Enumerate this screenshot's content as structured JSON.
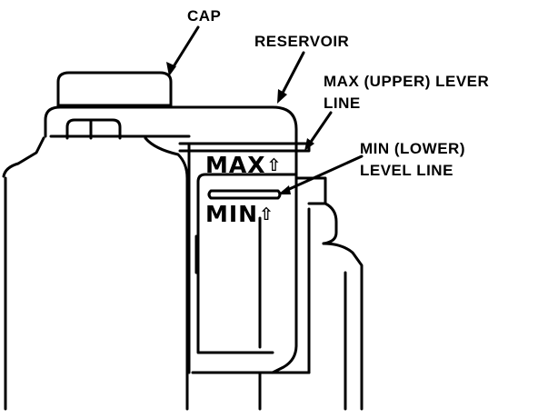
{
  "callouts": {
    "cap": [
      "CAP"
    ],
    "reservoir": [
      "RESERVOIR"
    ],
    "max_level": [
      "MAX (UPPER) LEVER",
      "LINE"
    ],
    "min_level": [
      "MIN (LOWER)",
      "LEVEL LINE"
    ]
  },
  "reservoir_markings": {
    "max_text": "MAX",
    "min_text": "MIN",
    "arrow_glyph": "⇧"
  },
  "colors": {
    "ink": "#000000",
    "paper": "#ffffff"
  }
}
